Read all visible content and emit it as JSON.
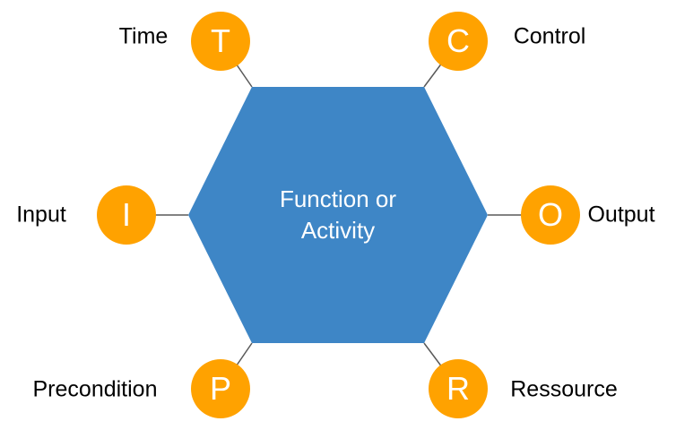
{
  "colors": {
    "background": "#FFFFFF",
    "hexagon_fill": "#3E86C6",
    "node_fill": "#FFA200",
    "node_letter": "#FFFFFF",
    "center_text": "#FFFFFF",
    "label_text": "#000000",
    "connector": "#595959"
  },
  "center": {
    "label": "Function or Activity"
  },
  "nodes": [
    {
      "letter": "T",
      "label": "Time",
      "position": "top-left"
    },
    {
      "letter": "C",
      "label": "Control",
      "position": "top-right"
    },
    {
      "letter": "I",
      "label": "Input",
      "position": "left"
    },
    {
      "letter": "O",
      "label": "Output",
      "position": "right"
    },
    {
      "letter": "P",
      "label": "Precondition",
      "position": "bottom-left"
    },
    {
      "letter": "R",
      "label": "Ressource",
      "position": "bottom-right"
    }
  ]
}
